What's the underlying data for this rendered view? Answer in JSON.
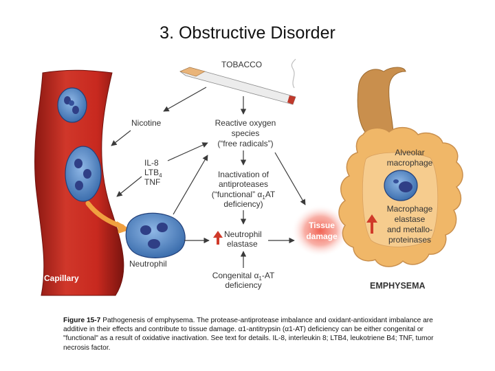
{
  "slide": {
    "title": "3. Obstructive Disorder"
  },
  "figure": {
    "tobacco": "TOBACCO",
    "nicotine": "Nicotine",
    "ros": [
      "Reactive oxygen",
      "species",
      "(“free radicals”)"
    ],
    "mediators": {
      "il8": "IL-8",
      "ltb": "LTB",
      "ltb_sub": "4",
      "tnf": "TNF"
    },
    "inactivation": {
      "l1": "Inactivation of",
      "l2": "antiproteases",
      "l3_pre": "(“functional” ",
      "alpha": "α",
      "alpha_sub": "1",
      "l3_post": "AT",
      "l4": "deficiency)"
    },
    "neutrophil_elastase": [
      "Neutrophil",
      "elastase"
    ],
    "congenital": {
      "l1_pre": "Congenital ",
      "alpha": "α",
      "alpha_sub": "1",
      "l1_post": "-AT",
      "l2": "deficiency"
    },
    "tissue_damage": [
      "Tissue",
      "damage"
    ],
    "alveolar_macrophage": [
      "Alveolar",
      "macrophage"
    ],
    "macrophage_elastase": [
      "Macrophage",
      "elastase",
      "and metallo-",
      "proteinases"
    ],
    "neutrophil": "Neutrophil",
    "capillary": "Capillary",
    "emphysema": "EMPHYSEMA"
  },
  "caption": {
    "label": "Figure 15-7",
    "text": "Pathogenesis of emphysema. The protease-antiprotease imbalance and oxidant-antioxidant imbalance are additive in their effects and contribute to tissue damage. α1-antitrypsin (α1-AT) deficiency can be either congenital or \"functional\" as a result of oxidative inactivation. See text for details. IL-8, interleukin 8; LTB4, leukotriene B4; TNF, tumor necrosis factor."
  },
  "colors": {
    "capillary": "#c8291f",
    "capillary_dark": "#8c1812",
    "cell_fill": "#4f86c6",
    "nucleus": "#2f3f86",
    "alveoli": "#f0b768",
    "airway": "#c98f4d",
    "damage": "#f07060",
    "up_arrow": "#d03a2a",
    "orange_arrow": "#f0a040",
    "text": "#333333"
  }
}
